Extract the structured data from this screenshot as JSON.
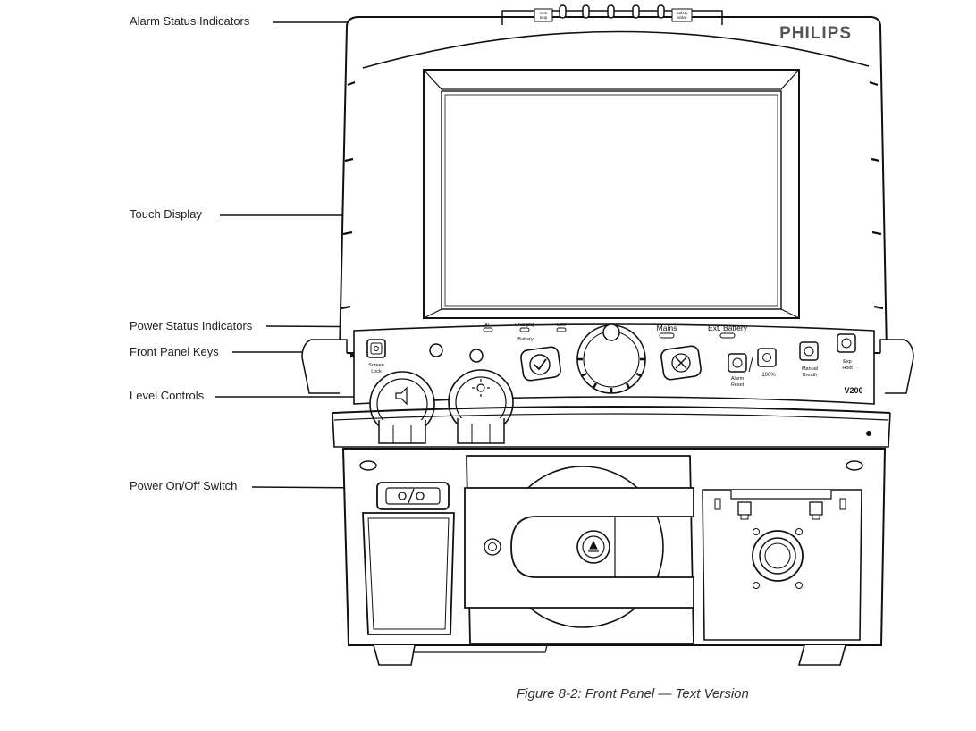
{
  "callouts": {
    "alarm_status": "Alarm Status Indicators",
    "touch_display": "Touch Display",
    "power_status": "Power Status Indicators",
    "front_panel_keys": "Front Panel Keys",
    "level_controls": "Level Controls",
    "power_switch": "Power On/Off Switch"
  },
  "device": {
    "brand": "PHILIPS",
    "model": "V200",
    "alarm_left_label": [
      "Vent",
      "Inop"
    ],
    "alarm_right_label": [
      "Safety",
      "Valve"
    ],
    "led_ac": "AC",
    "led_charging": "Charging",
    "led_low": "Low",
    "led_battery": "Battery",
    "mains": "Mains",
    "ext_battery": "Ext. Battery",
    "screen_lock": [
      "Screen",
      "Lock"
    ],
    "alarm_reset": [
      "Alarm",
      "Reset"
    ],
    "o2_100": "100%",
    "manual_breath": [
      "Manual",
      "Breath"
    ],
    "exp_hold": [
      "Exp",
      "Hold"
    ]
  },
  "caption": "Figure 8-2: Front Panel — Text Version"
}
